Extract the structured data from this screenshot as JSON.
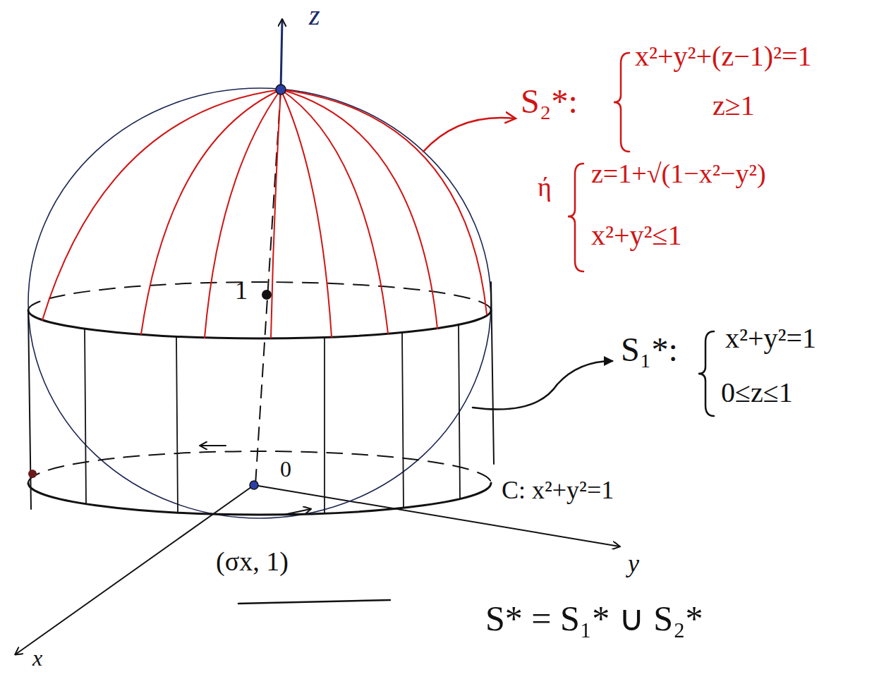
{
  "diagram": {
    "labels": [
      "z",
      "S₂*:",
      "x²+y²+(z−1)²=1",
      "z≥1",
      "ή",
      "z=1+√(1−x²−y²)",
      "x²+y²≤1",
      "1",
      "0",
      "S₁*:",
      "x²+y²=1",
      "0≤z≤1",
      "C: x²+y²=1",
      "y",
      "x",
      "(σx, 1)",
      "S* = S₁* ∪ S₂*"
    ]
  }
}
